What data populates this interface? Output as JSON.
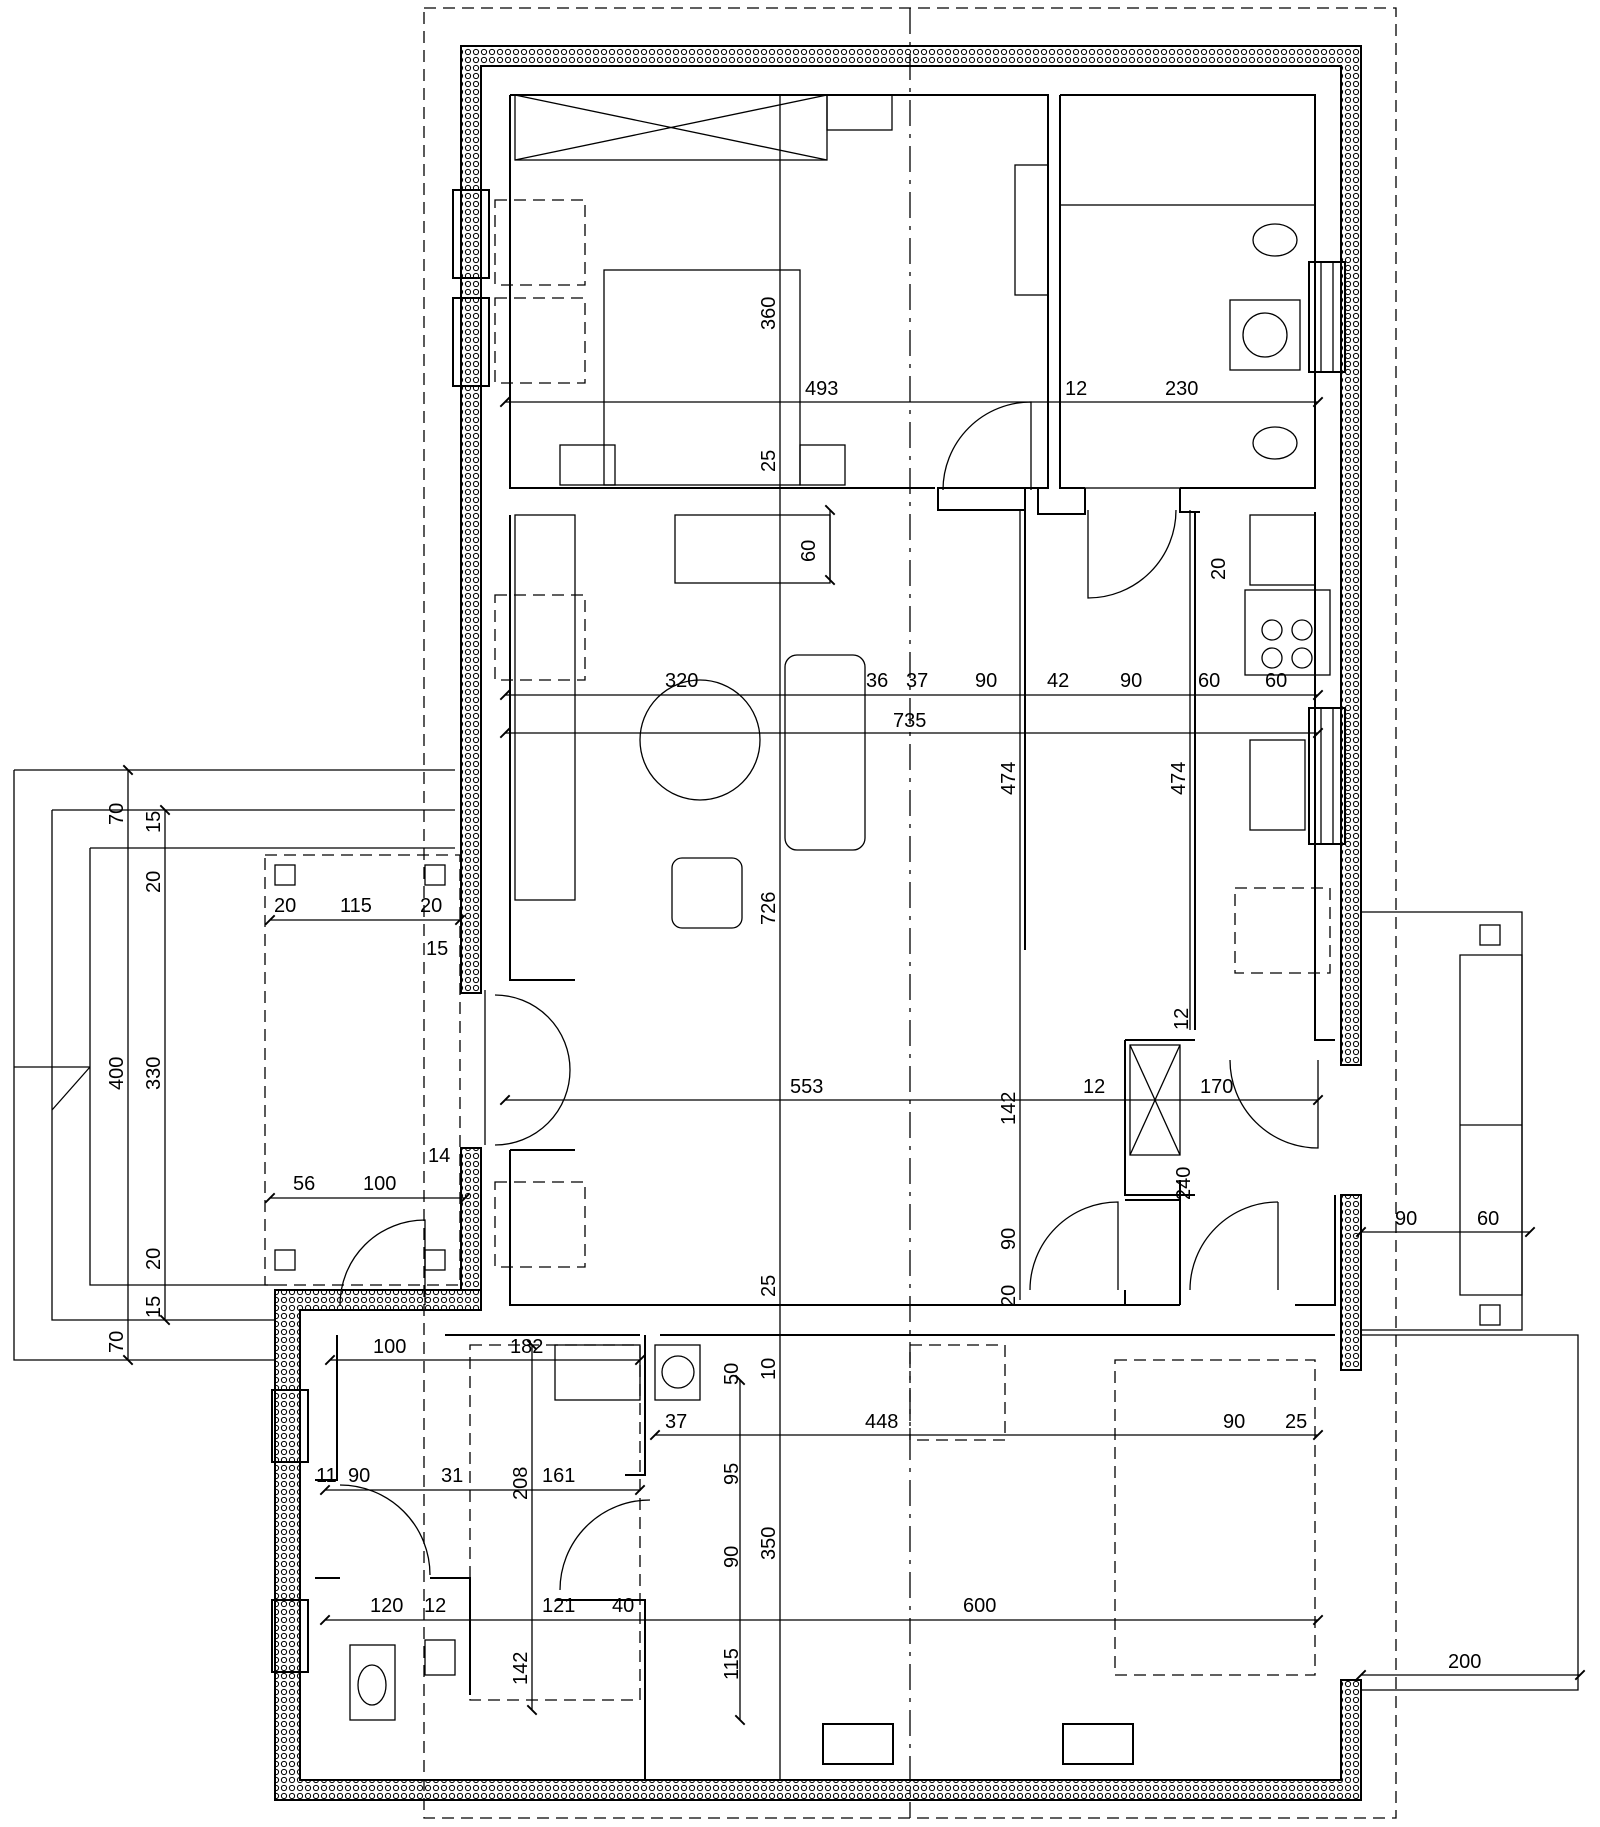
{
  "dimensions": {
    "bedroom_length": "493",
    "bath_width": "230",
    "partition_12a": "12",
    "bedroom_depth": "360",
    "bed_offset": "25",
    "cabinet_depth": "60",
    "kitchen_gap": "20",
    "living_320": "320",
    "seg_36": "36",
    "seg_37": "37",
    "seg_90a": "90",
    "seg_42": "42",
    "seg_90b": "90",
    "seg_60a": "60",
    "seg_60b": "60",
    "total_735": "735",
    "hall_474a": "474",
    "hall_474b": "474",
    "living_726": "726",
    "terrace_70a": "70",
    "terrace_15a": "15",
    "terrace_20a": "20",
    "terrace_400": "400",
    "terrace_330": "330",
    "porch_20a": "20",
    "porch_115": "115",
    "porch_20b": "20",
    "porch_15": "15",
    "pantry_12": "12",
    "width_553": "553",
    "partition_12b": "12",
    "corridor_170": "170",
    "hall_142": "142",
    "shower_240": "240",
    "door_14": "14",
    "porch_56": "56",
    "porch_100": "100",
    "hall_90": "90",
    "hall_20": "20",
    "living_25": "25",
    "terrace_20b": "20",
    "terrace_15b": "15",
    "terrace_70b": "70",
    "side_90": "90",
    "side_60": "60",
    "util_100": "100",
    "util_182": "182",
    "boiler_50": "50",
    "boiler_10": "10",
    "garage_37": "37",
    "garage_448": "448",
    "garage_90": "90",
    "garage_25": "25",
    "util_11": "11",
    "util_90": "90",
    "util_31": "31",
    "util_161": "161",
    "util_208": "208",
    "garage_95": "95",
    "garage_90b": "90",
    "garage_350": "350",
    "wc_120": "120",
    "wc_12": "12",
    "wc_121": "121",
    "wc_40": "40",
    "garage_600": "600",
    "wc_142": "142",
    "garage_115": "115",
    "carport_200": "200"
  }
}
